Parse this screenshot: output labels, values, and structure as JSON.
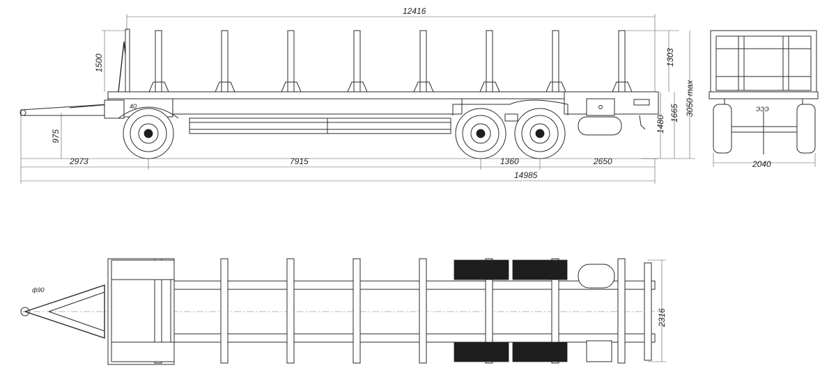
{
  "dimensions": {
    "overall_body_length": "12416",
    "stake_height": "1500",
    "stake_above_frame": "1303",
    "coupling_height": "975",
    "platform_height": "1480",
    "frame_top_height": "1665",
    "total_height": "3050 max",
    "drawbar_length": "2973",
    "wheelbase": "7915",
    "axle_spacing": "1360",
    "rear_overhang": "2650",
    "overall_length": "14985",
    "track_width": "2040",
    "total_width": "2316",
    "eye_diameter": "ф90",
    "frame_mark": "40"
  },
  "colors": {
    "line": "#2a2a2a",
    "background": "#ffffff"
  }
}
